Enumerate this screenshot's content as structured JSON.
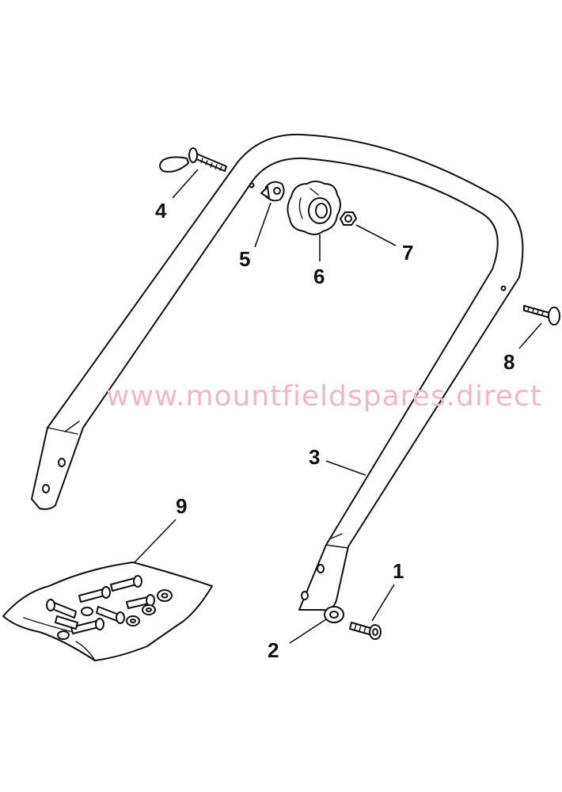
{
  "watermark": "www.mountfieldspares.direct",
  "callouts": [
    {
      "id": "1",
      "label": "1"
    },
    {
      "id": "2",
      "label": "2"
    },
    {
      "id": "3",
      "label": "3"
    },
    {
      "id": "4",
      "label": "4"
    },
    {
      "id": "5",
      "label": "5"
    },
    {
      "id": "6",
      "label": "6"
    },
    {
      "id": "7",
      "label": "7"
    },
    {
      "id": "8",
      "label": "8"
    },
    {
      "id": "9",
      "label": "9"
    }
  ],
  "colors": {
    "line": "#111111",
    "watermark": "#f2b8c0",
    "background": "#ffffff"
  }
}
